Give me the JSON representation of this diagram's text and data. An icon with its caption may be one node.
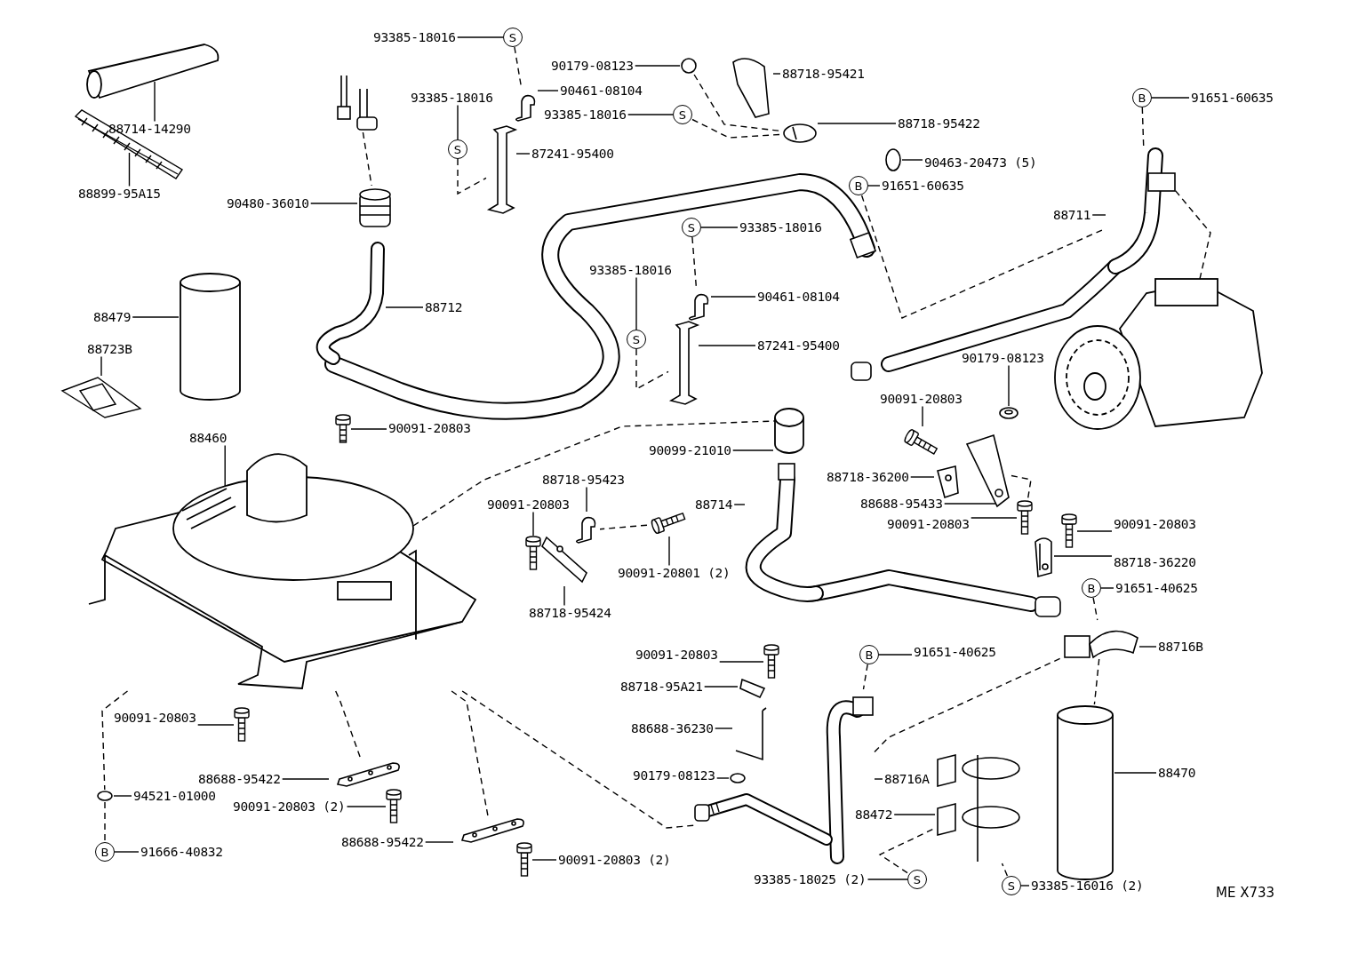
{
  "diagram": {
    "nodes": [
      {
        "text": [
          "93385-18016"
        ]
      },
      {
        "text": [
          "S"
        ]
      },
      {
        "text": [
          "90179-08123"
        ]
      },
      {
        "text": [
          "88718-95421"
        ]
      },
      {
        "text": [
          "90461-08104"
        ]
      },
      {
        "text": [
          "93385-18016"
        ]
      },
      {
        "text": [
          "S"
        ]
      },
      {
        "text": [
          "93385-18016"
        ]
      },
      {
        "text": [
          "S"
        ]
      },
      {
        "text": [
          "B"
        ]
      },
      {
        "text": [
          "91651-60635"
        ]
      },
      {
        "text": [
          "88714-14290"
        ]
      },
      {
        "text": [
          "88718-95422"
        ]
      },
      {
        "text": [
          "87241-95400"
        ]
      },
      {
        "text": [
          "90463-20473 (5)"
        ]
      },
      {
        "text": [
          "B"
        ]
      },
      {
        "text": [
          "91651-60635"
        ]
      },
      {
        "text": [
          "88899-95A15"
        ]
      },
      {
        "text": [
          "90480-36010"
        ]
      },
      {
        "text": [
          "88711"
        ]
      },
      {
        "text": [
          "S"
        ]
      },
      {
        "text": [
          "93385-18016"
        ]
      },
      {
        "text": [
          "93385-18016"
        ]
      },
      {
        "text": [
          "S"
        ]
      },
      {
        "text": [
          "90461-08104"
        ]
      },
      {
        "text": [
          "88712"
        ]
      },
      {
        "text": [
          "88479"
        ]
      },
      {
        "text": [
          "88723B"
        ]
      },
      {
        "text": [
          "87241-95400"
        ]
      },
      {
        "text": [
          "90179-08123"
        ]
      },
      {
        "text": [
          "90091-20803"
        ]
      },
      {
        "text": [
          "88460"
        ]
      },
      {
        "text": [
          "90091-20803"
        ]
      },
      {
        "text": [
          "90099-21010"
        ]
      },
      {
        "text": [
          "88718-36200"
        ]
      },
      {
        "text": [
          "88718-95423"
        ]
      },
      {
        "text": [
          "88688-95433"
        ]
      },
      {
        "text": [
          "90091-20803"
        ]
      },
      {
        "text": [
          "88714"
        ]
      },
      {
        "text": [
          "90091-20803"
        ]
      },
      {
        "text": [
          "90091-20803"
        ]
      },
      {
        "text": [
          "88718-36220"
        ]
      },
      {
        "text": [
          "90091-20801 (2)"
        ]
      },
      {
        "text": [
          "B"
        ]
      },
      {
        "text": [
          "91651-40625"
        ]
      },
      {
        "text": [
          "88718-95424"
        ]
      },
      {
        "text": [
          "88716B"
        ]
      },
      {
        "text": [
          "90091-20803"
        ]
      },
      {
        "text": [
          "B"
        ]
      },
      {
        "text": [
          "91651-40625"
        ]
      },
      {
        "text": [
          "88718-95A21"
        ]
      },
      {
        "text": [
          "90091-20803"
        ]
      },
      {
        "text": [
          "88688-36230"
        ]
      },
      {
        "text": [
          "88716A"
        ]
      },
      {
        "text": [
          "88470"
        ]
      },
      {
        "text": [
          "90179-08123"
        ]
      },
      {
        "text": [
          "88688-95422"
        ]
      },
      {
        "text": [
          "94521-01000"
        ]
      },
      {
        "text": [
          "90091-20803 (2)"
        ]
      },
      {
        "text": [
          "88472"
        ]
      },
      {
        "text": [
          "88688-95422"
        ]
      },
      {
        "text": [
          "B"
        ]
      },
      {
        "text": [
          "91666-40832"
        ]
      },
      {
        "text": [
          "90091-20803 (2)"
        ]
      },
      {
        "text": [
          "93385-18025 (2)"
        ]
      },
      {
        "text": [
          "S"
        ]
      },
      {
        "text": [
          "S"
        ]
      },
      {
        "text": [
          "93385-16016 (2)"
        ]
      },
      {
        "text": [],
        "shape": "circle"
      },
      {
        "text": [],
        "shape": "picture"
      },
      {
        "text": [],
        "shape": "picture"
      },
      {
        "text": [],
        "shape": "picture"
      },
      {
        "text": [],
        "shape": "picture"
      },
      {
        "text": [],
        "shape": "picture"
      },
      {
        "text": [],
        "shape": "circle"
      },
      {
        "text": [],
        "shape": "picture"
      },
      {
        "text": [],
        "shape": "picture"
      },
      {
        "text": [],
        "shape": "picture"
      },
      {
        "text": [],
        "shape": "picture"
      },
      {
        "text": [],
        "shape": "picture"
      },
      {
        "text": [],
        "shape": "cylinder"
      },
      {
        "text": [],
        "shape": "picture"
      },
      {
        "text": [],
        "shape": "picture"
      },
      {
        "text": [],
        "shape": "picture"
      },
      {
        "text": [],
        "shape": "picture"
      },
      {
        "text": [],
        "shape": "picture"
      },
      {
        "text": [],
        "shape": "picture"
      },
      {
        "text": [],
        "shape": "cylinder"
      },
      {
        "text": [],
        "shape": "picture"
      },
      {
        "text": [],
        "shape": "picture"
      },
      {
        "text": [],
        "shape": "picture"
      },
      {
        "text": [],
        "shape": "picture"
      },
      {
        "text": [],
        "shape": "picture"
      },
      {
        "text": [],
        "shape": "picture"
      },
      {
        "text": [],
        "shape": "picture"
      },
      {
        "text": [],
        "shape": "picture"
      },
      {
        "text": [],
        "shape": "picture"
      },
      {
        "text": [],
        "shape": "picture"
      },
      {
        "text": [],
        "shape": "picture"
      },
      {
        "text": [],
        "shape": "picture"
      },
      {
        "text": [],
        "shape": "picture"
      },
      {
        "text": [],
        "shape": "picture"
      },
      {
        "text": [],
        "shape": "picture"
      },
      {
        "text": [],
        "shape": "picture"
      },
      {
        "text": [],
        "shape": "cylinder"
      },
      {
        "text": [],
        "shape": "circle"
      },
      {
        "text": [],
        "shape": "picture"
      },
      {
        "text": [],
        "shape": "circle"
      },
      {
        "text": [],
        "shape": "picture"
      },
      {
        "text": [],
        "shape": "picture"
      },
      {
        "text": [],
        "shape": "picture"
      },
      {
        "text": [],
        "shape": "picture"
      },
      {
        "text": [],
        "shape": "picture"
      },
      {
        "text": [],
        "shape": "picture"
      },
      {
        "text": [],
        "shape": "picture"
      }
    ],
    "edges": [
      {
        "from": 0,
        "to": 1,
        "arrow": "none"
      },
      {
        "from": 2,
        "to": 68,
        "arrow": "none"
      },
      {
        "from": 3,
        "to": 69,
        "arrow": "none"
      },
      {
        "from": 4,
        "to": 70,
        "arrow": "none"
      },
      {
        "from": 5,
        "to": 6,
        "arrow": "none"
      },
      {
        "from": 7,
        "to": 8,
        "arrow": "none"
      },
      {
        "from": 10,
        "to": 9,
        "arrow": "none"
      },
      {
        "from": 11,
        "to": 71,
        "arrow": "none"
      },
      {
        "from": 12,
        "to": 72,
        "arrow": "none"
      },
      {
        "from": 13,
        "to": 73,
        "arrow": "none"
      },
      {
        "from": 14,
        "to": 74,
        "arrow": "none"
      },
      {
        "from": 16,
        "to": 15,
        "arrow": "none"
      },
      {
        "from": 17,
        "to": 75,
        "arrow": "none"
      },
      {
        "from": 18,
        "to": 76,
        "arrow": "none"
      },
      {
        "from": 19,
        "to": 77,
        "arrow": "none"
      },
      {
        "from": 21,
        "to": 20,
        "arrow": "none"
      },
      {
        "from": 22,
        "to": 23,
        "arrow": "none"
      },
      {
        "from": 24,
        "to": 78,
        "arrow": "none"
      },
      {
        "from": 25,
        "to": 79,
        "arrow": "none"
      },
      {
        "from": 26,
        "to": 80,
        "arrow": "none"
      },
      {
        "from": 27,
        "to": 81,
        "arrow": "none"
      },
      {
        "from": 28,
        "to": 82,
        "arrow": "none"
      },
      {
        "from": 29,
        "to": 83,
        "arrow": "none"
      },
      {
        "from": 30,
        "to": 84,
        "arrow": "none"
      },
      {
        "from": 31,
        "to": 85,
        "arrow": "none"
      },
      {
        "from": 32,
        "to": 86,
        "arrow": "none"
      },
      {
        "from": 33,
        "to": 87,
        "arrow": "none"
      },
      {
        "from": 34,
        "to": 88,
        "arrow": "none"
      },
      {
        "from": 35,
        "to": 89,
        "arrow": "none"
      },
      {
        "from": 36,
        "to": 90,
        "arrow": "none"
      },
      {
        "from": 37,
        "to": 91,
        "arrow": "none"
      },
      {
        "from": 38,
        "to": 92,
        "arrow": "none"
      },
      {
        "from": 39,
        "to": 93,
        "arrow": "none"
      },
      {
        "from": 40,
        "to": 94,
        "arrow": "none"
      },
      {
        "from": 41,
        "to": 95,
        "arrow": "none"
      },
      {
        "from": 42,
        "to": 96,
        "arrow": "none"
      },
      {
        "from": 44,
        "to": 43,
        "arrow": "none"
      },
      {
        "from": 45,
        "to": 97,
        "arrow": "none"
      },
      {
        "from": 46,
        "to": 98,
        "arrow": "none"
      },
      {
        "from": 47,
        "to": 99,
        "arrow": "none"
      },
      {
        "from": 49,
        "to": 48,
        "arrow": "none"
      },
      {
        "from": 50,
        "to": 100,
        "arrow": "none"
      },
      {
        "from": 51,
        "to": 101,
        "arrow": "none"
      },
      {
        "from": 52,
        "to": 102,
        "arrow": "none"
      },
      {
        "from": 53,
        "to": 103,
        "arrow": "none"
      },
      {
        "from": 54,
        "to": 104,
        "arrow": "none"
      },
      {
        "from": 55,
        "to": 105,
        "arrow": "none"
      },
      {
        "from": 56,
        "to": 106,
        "arrow": "none"
      },
      {
        "from": 57,
        "to": 107,
        "arrow": "none"
      },
      {
        "from": 58,
        "to": 108,
        "arrow": "none"
      },
      {
        "from": 59,
        "to": 109,
        "arrow": "none"
      },
      {
        "from": 60,
        "to": 110,
        "arrow": "none"
      },
      {
        "from": 62,
        "to": 61,
        "arrow": "none"
      },
      {
        "from": 63,
        "to": 111,
        "arrow": "none"
      },
      {
        "from": 64,
        "to": 65,
        "arrow": "none"
      },
      {
        "from": 67,
        "to": 66,
        "arrow": "none"
      },
      {
        "from": 1,
        "to": 70,
        "arrow": "none",
        "style": "dashed"
      },
      {
        "from": 6,
        "to": 73,
        "arrow": "none",
        "style": "dashed"
      },
      {
        "from": 8,
        "to": 72,
        "arrow": "none",
        "style": "dashed"
      },
      {
        "from": 68,
        "to": 72,
        "arrow": "none",
        "style": "dashed"
      },
      {
        "from": 20,
        "to": 78,
        "arrow": "none",
        "style": "dashed"
      },
      {
        "from": 23,
        "to": 82,
        "arrow": "none",
        "style": "dashed"
      },
      {
        "from": 9,
        "to": 77,
        "arrow": "none",
        "style": "dashed"
      },
      {
        "from": 15,
        "to": 77,
        "arrow": "none",
        "style": "dashed"
      },
      {
        "from": 112,
        "to": 76,
        "arrow": "none",
        "style": "dashed"
      },
      {
        "from": 85,
        "to": 87,
        "arrow": "none",
        "style": "dashed"
      },
      {
        "from": 114,
        "to": 77,
        "arrow": "none",
        "style": "dashed"
      },
      {
        "from": 85,
        "to": 106,
        "arrow": "none",
        "style": "dashed"
      },
      {
        "from": 85,
        "to": 110,
        "arrow": "none",
        "style": "dashed"
      },
      {
        "from": 85,
        "to": 107,
        "arrow": "none",
        "style": "dashed"
      },
      {
        "from": 107,
        "to": 61,
        "arrow": "none",
        "style": "dashed"
      },
      {
        "from": 85,
        "to": 113,
        "arrow": "none",
        "style": "dashed"
      },
      {
        "from": 48,
        "to": 103,
        "arrow": "none",
        "style": "dashed"
      },
      {
        "from": 103,
        "to": 98,
        "arrow": "none",
        "style": "dashed"
      },
      {
        "from": 43,
        "to": 98,
        "arrow": "none",
        "style": "dashed"
      },
      {
        "from": 98,
        "to": 104,
        "arrow": "none",
        "style": "dashed"
      },
      {
        "from": 65,
        "to": 109,
        "arrow": "none",
        "style": "dashed"
      },
      {
        "from": 66,
        "to": 109,
        "arrow": "none",
        "style": "dashed"
      },
      {
        "from": 90,
        "to": 93,
        "arrow": "none",
        "style": "dashed"
      },
      {
        "from": 96,
        "to": 89,
        "arrow": "none",
        "style": "dashed"
      }
    ],
    "labels": [
      "ME X733"
    ]
  }
}
